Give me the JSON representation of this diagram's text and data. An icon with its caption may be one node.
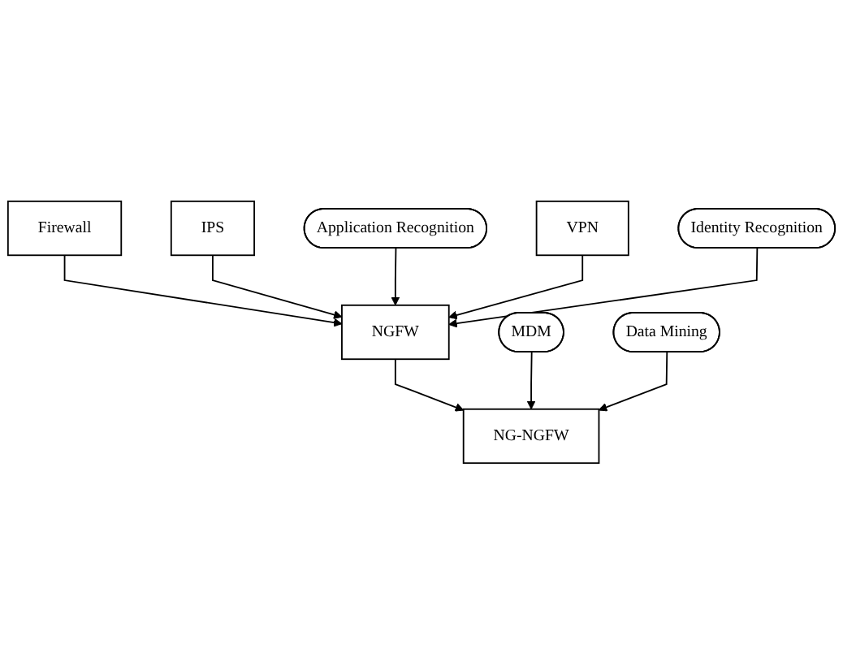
{
  "diagram": {
    "nodes": [
      {
        "text": [
          "Firewall"
        ]
      },
      {
        "text": [
          "IPS"
        ]
      },
      {
        "text": [
          "VPN"
        ]
      },
      {
        "text": [
          "Application Recognition"
        ]
      },
      {
        "text": [
          "Identity Recognition"
        ]
      },
      {
        "text": [
          "NGFW"
        ]
      },
      {
        "text": [
          "MDM"
        ]
      },
      {
        "text": [
          "Data Mining"
        ]
      },
      {
        "text": [
          "NG-NGFW"
        ]
      }
    ],
    "edges": [
      {
        "from": 0,
        "to": 5,
        "arrow": "to"
      },
      {
        "from": 1,
        "to": 5,
        "arrow": "to"
      },
      {
        "from": 3,
        "to": 5,
        "arrow": "to"
      },
      {
        "from": 2,
        "to": 5,
        "arrow": "to"
      },
      {
        "from": 4,
        "to": 5,
        "arrow": "to"
      },
      {
        "from": 5,
        "to": 8,
        "arrow": "to"
      },
      {
        "from": 6,
        "to": 8,
        "arrow": "to"
      },
      {
        "from": 7,
        "to": 8,
        "arrow": "to"
      }
    ]
  }
}
